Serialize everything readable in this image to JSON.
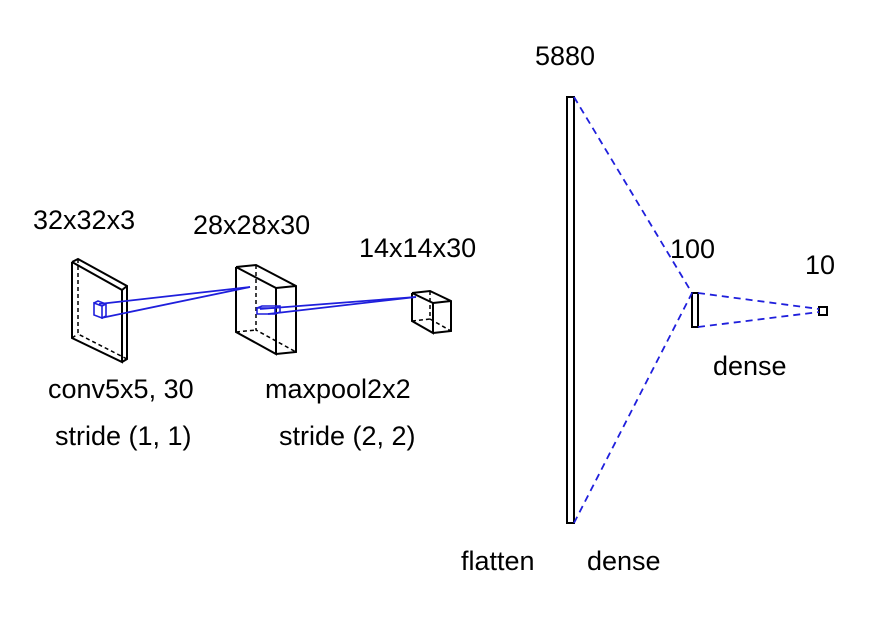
{
  "colors": {
    "line": "#000000",
    "connector": "#1f1fdc",
    "background": "#ffffff"
  },
  "layers": {
    "input": {
      "shape": "32x32x3"
    },
    "conv": {
      "shape": "28x28x30",
      "op": "conv5x5, 30",
      "stride": "stride (1, 1)"
    },
    "pool": {
      "shape": "14x14x30",
      "op": "maxpool2x2",
      "stride": "stride (2, 2)"
    },
    "flatten": {
      "size": "5880",
      "op": "flatten"
    },
    "dense1": {
      "size": "100",
      "op": "dense"
    },
    "dense2": {
      "size": "10",
      "op": "dense"
    }
  }
}
